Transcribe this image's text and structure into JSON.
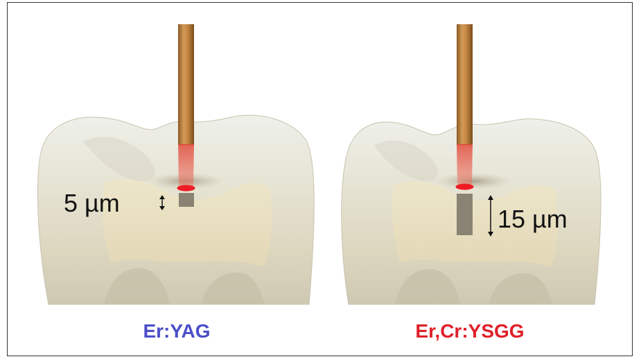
{
  "panels": [
    {
      "laser_name": "Er:YAG",
      "depth_label": "5 µm",
      "name_color": "#4b4fc8",
      "depth_fraction": 0.333
    },
    {
      "laser_name": "Er,Cr:YSGG",
      "depth_label": "15 µm",
      "name_color": "#e0202a",
      "depth_fraction": 1.0
    }
  ],
  "colors": {
    "fiber": "#b8793a",
    "beam": "#e83a2e",
    "ablation": "#8a8373",
    "tooth": "#e9e6d6"
  }
}
